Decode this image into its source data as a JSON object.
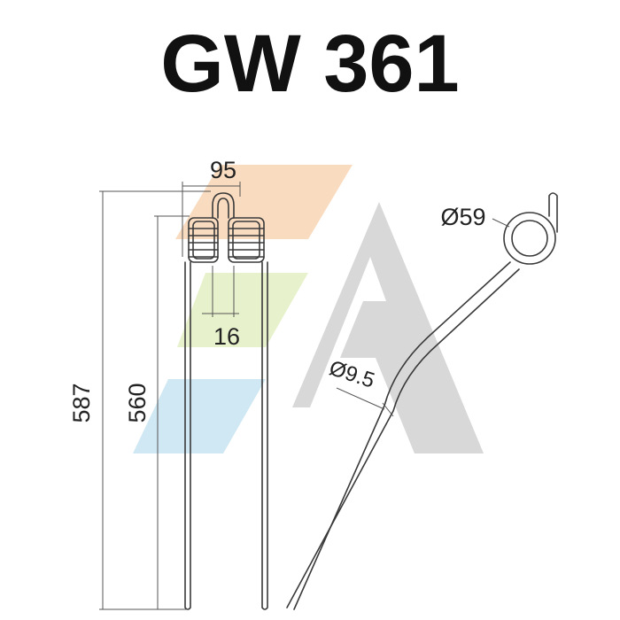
{
  "title": "GW 361",
  "dimensions": {
    "width_top": "95",
    "coil_gap": "16",
    "total_length": "587",
    "leg_length": "560",
    "coil_diameter": "Ø59",
    "wire_diameter": "Ø9.5"
  },
  "watermark": {
    "colors": {
      "orange": "#f9dcc0",
      "green": "#e7f2cc",
      "blue": "#cfe8f3",
      "gray": "#d4d4d4"
    }
  }
}
